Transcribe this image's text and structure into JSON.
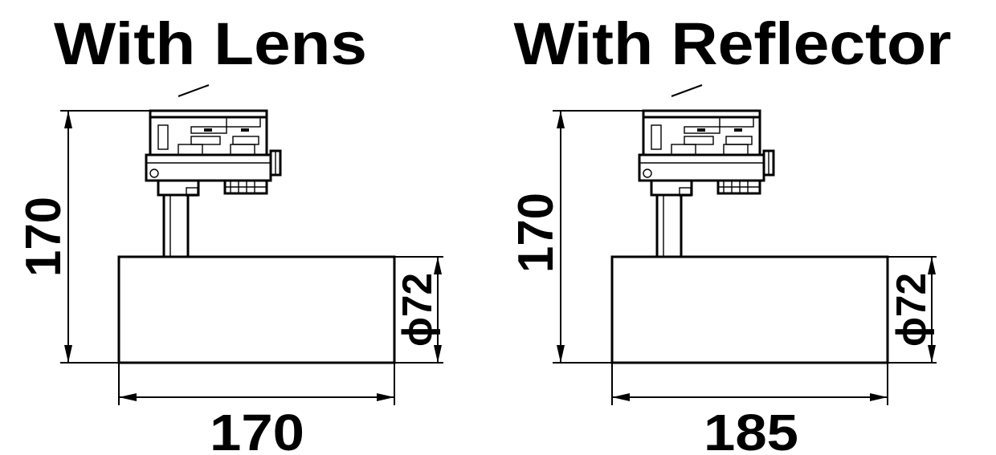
{
  "diagrams": [
    {
      "title": "With Lens",
      "height_label": "170",
      "width_label": "170",
      "diameter_label": "ϕ72"
    },
    {
      "title": "With Reflector",
      "height_label": "170",
      "width_label": "185",
      "diameter_label": "ϕ72"
    }
  ],
  "colors": {
    "line": "#000000",
    "background": "#ffffff"
  }
}
